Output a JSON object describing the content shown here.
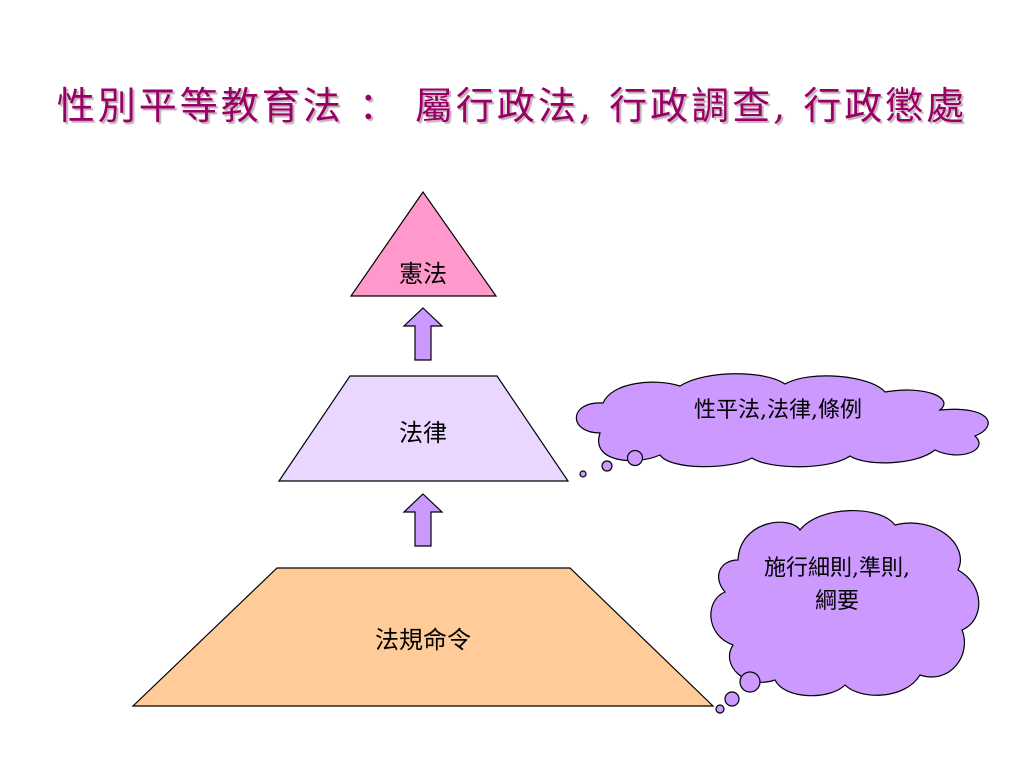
{
  "slide": {
    "title": "性別平等教育法 ： 屬行政法, 行政調查, 行政懲處"
  },
  "pyramid": {
    "levels": [
      {
        "label": "憲法",
        "color": "#FF99CC"
      },
      {
        "label": "法律",
        "color": "#EBD6FF"
      },
      {
        "label": "法規命令",
        "color": "#FFCC99"
      }
    ],
    "arrow_color": "#CC99FF"
  },
  "callouts": {
    "color": "#CC99FF",
    "law_examples": "性平法,法律,條例",
    "regulation_examples": "施行細則,準則,綱要"
  }
}
